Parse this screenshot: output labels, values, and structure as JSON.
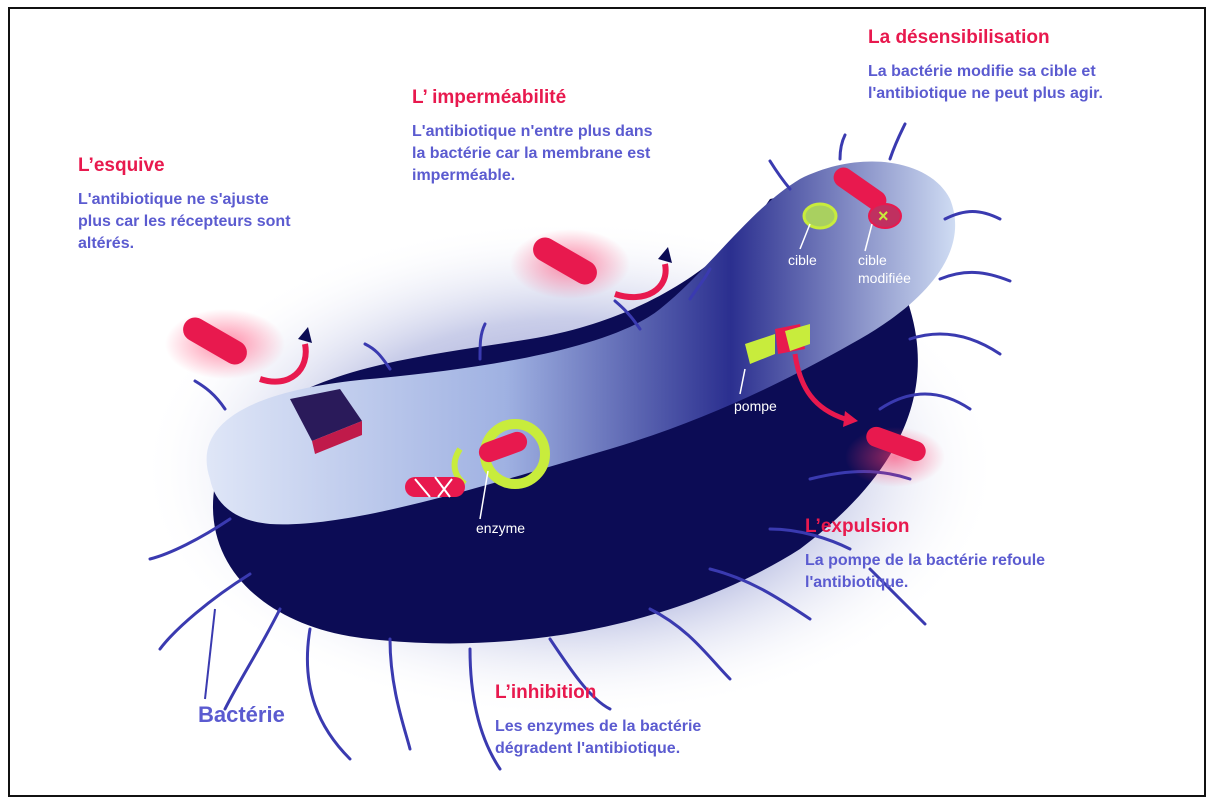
{
  "colors": {
    "title": "#e8194e",
    "description": "#5b5bd0",
    "bacterium_dark": "#0b0b4a",
    "bacterium_light": "#c9d7f0",
    "antibiotic": "#e8194e",
    "enzyme": "#c8ec3c"
  },
  "blocks": {
    "esquive": {
      "title": "L’esquive",
      "description": "L'antibiotique ne s'ajuste\nplus car les récepteurs sont\naltérés."
    },
    "impermeabilite": {
      "title": "L’ imperméabilité",
      "description": "L'antibiotique n'entre plus dans\nla bactérie car la membrane est\nimperméable."
    },
    "desensibilisation": {
      "title": "La désensibilisation",
      "description": "La bactérie modifie sa cible et\nl'antibiotique ne peut plus agir."
    },
    "expulsion": {
      "title": "L’expulsion",
      "description": "La pompe de la bactérie refoule\nl'antibiotique."
    },
    "inhibition": {
      "title": "L’inhibition",
      "description": "Les enzymes de la bactérie\ndégradent l'antibiotique."
    }
  },
  "labels": {
    "enzyme": "enzyme",
    "pompe": "pompe",
    "cible": "cible",
    "cible_modifiee": "cible\nmodifiée",
    "bacterie": "Bactérie"
  }
}
